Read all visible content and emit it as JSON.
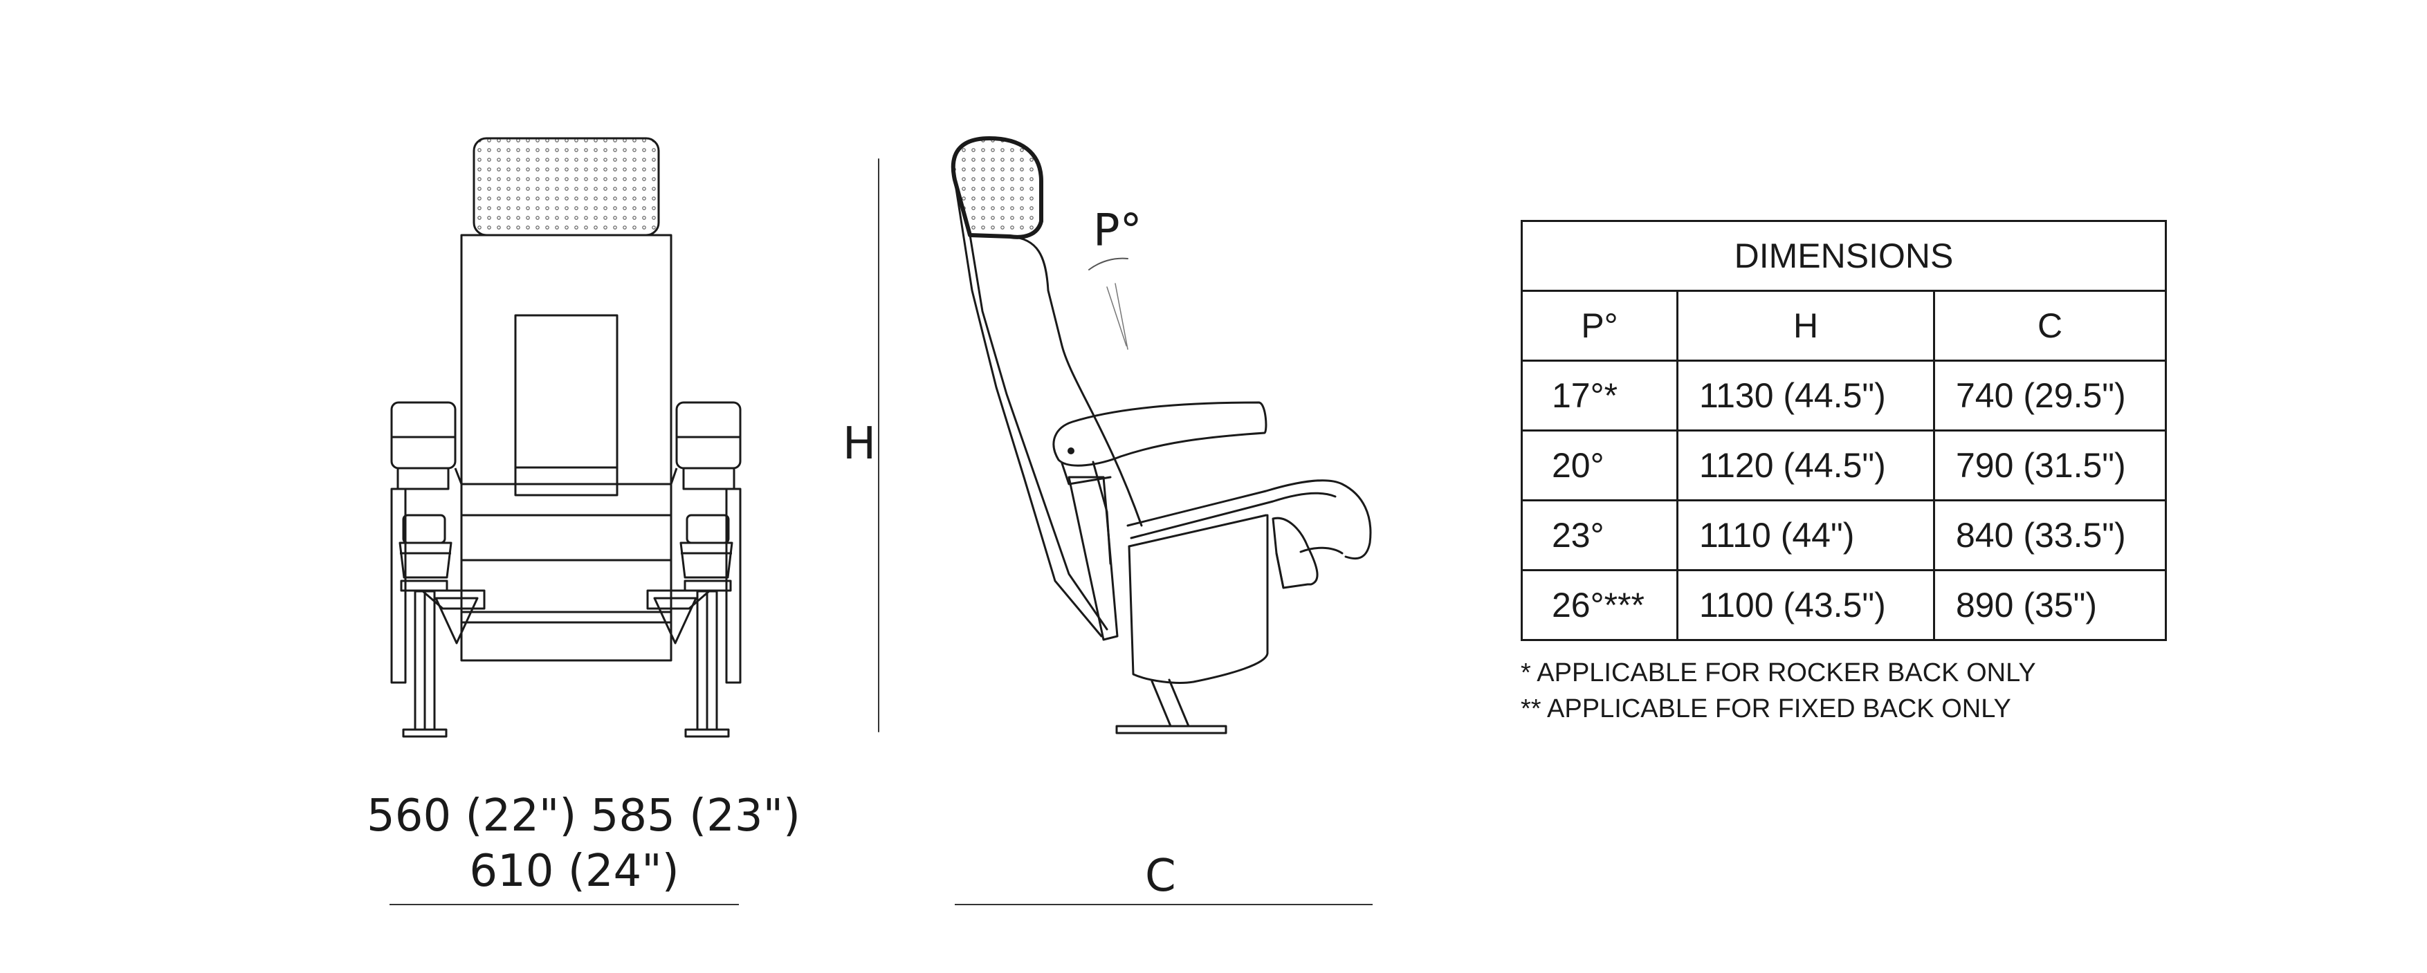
{
  "front_view": {
    "width_labels": [
      "560 (22\")  585 (23\")",
      "610 (24\")"
    ]
  },
  "side_view": {
    "height_label": "H",
    "depth_label": "C",
    "angle_label": "P°"
  },
  "dimensions_table": {
    "title": "DIMENSIONS",
    "headers": [
      "P°",
      "H",
      "C"
    ],
    "rows": [
      [
        "17°*",
        "1130 (44.5\")",
        "740 (29.5\")"
      ],
      [
        "20°",
        "1120 (44.5\")",
        "790 (31.5\")"
      ],
      [
        "23°",
        "1110 (44\")",
        "840 (33.5\")"
      ],
      [
        "26°***",
        "1100 (43.5\")",
        "890 (35\")"
      ]
    ]
  },
  "notes": [
    "*  APPLICABLE FOR ROCKER BACK ONLY",
    "** APPLICABLE FOR FIXED BACK ONLY"
  ]
}
